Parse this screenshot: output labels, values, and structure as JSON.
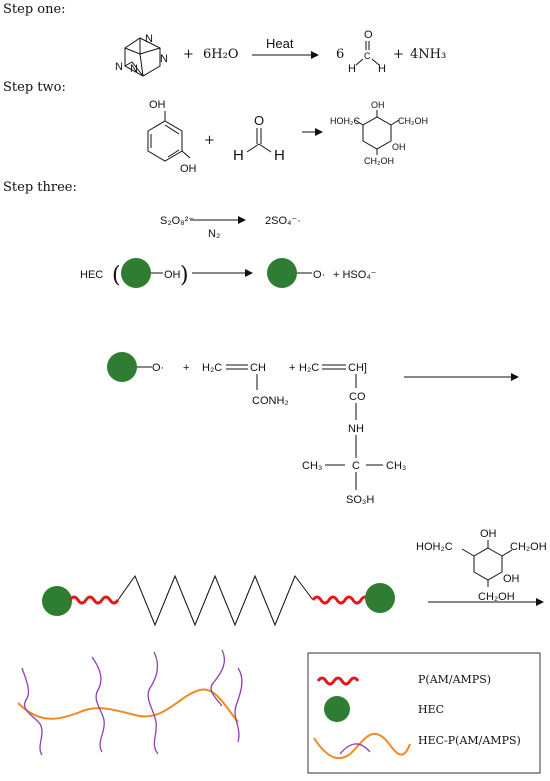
{
  "steps": {
    "one": "Step one:",
    "two": "Step two:",
    "three": "Step three:"
  },
  "step1": {
    "plus1": "+",
    "water": "6H₂O",
    "heat": "Heat",
    "coef": "6",
    "plus2": "+",
    "ammonia": "4NH₃",
    "formaldehyde_o": "O",
    "formaldehyde_c": "C",
    "formaldehyde_h1": "H",
    "formaldehyde_h2": "H",
    "hmt_n": "N"
  },
  "step2": {
    "oh1": "OH",
    "oh2": "OH",
    "plus": "+",
    "form_o": "O",
    "form_h1": "H",
    "form_h2": "H",
    "prod_left": "HOH₂C",
    "prod_top": "OH",
    "prod_right": "CH₂OH",
    "prod_oh": "OH",
    "prod_bottom": "CH₂OH"
  },
  "step3": {
    "persulfate": "S₂O₈²⁻",
    "n2": "N₂",
    "sulfate_radical": "2SO₄⁻·",
    "hec": "HEC",
    "oh": "OH",
    "o_radical": "O·",
    "hso4": "+ HSO₄⁻",
    "o_radical2": "O·",
    "plus_a": "+",
    "h2c_a": "H₂C",
    "ch_a": "CH",
    "conh2": "CONH₂",
    "plus_b": "+",
    "h2c_b": "H₂C",
    "ch_b": "CH]",
    "co": "CO",
    "nh": "NH",
    "ch3_left": "CH₃",
    "c_center": "C",
    "ch3_right": "CH₃",
    "so3h": "SO₃H"
  },
  "step4": {
    "cross_left": "HOH₂C",
    "cross_top": "OH",
    "cross_right": "CH₂OH",
    "cross_oh": "OH",
    "cross_bottom": "CH₂OH"
  },
  "legend": {
    "item1": "P(AM/AMPS)",
    "item2": "HEC",
    "item3": "HEC-P(AM/AMPS)"
  },
  "colors": {
    "hec_green": "#2e7d32",
    "polymer_red": "#e11b1b",
    "network_orange": "#f08a24",
    "network_purple": "#8e3fb3"
  }
}
